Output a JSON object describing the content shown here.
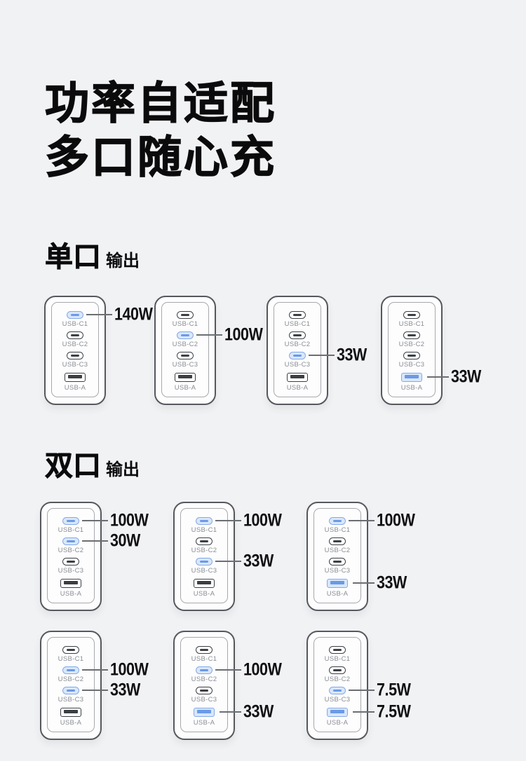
{
  "page": {
    "title_line1": "功率自适配",
    "title_line2": "多口随心充"
  },
  "ports": [
    {
      "key": "c1",
      "label": "USB-C1",
      "type": "usbc"
    },
    {
      "key": "c2",
      "label": "USB-C2",
      "type": "usbc"
    },
    {
      "key": "c3",
      "label": "USB-C3",
      "type": "usbc"
    },
    {
      "key": "a",
      "label": "USB-A",
      "type": "usba"
    }
  ],
  "sections": [
    {
      "id": "single-port-output",
      "heading_big": "单口",
      "heading_small": "输出",
      "rows": [
        [
          {
            "callouts": [
              {
                "port": "c1",
                "watt": "140W"
              }
            ]
          },
          {
            "callouts": [
              {
                "port": "c2",
                "watt": "100W"
              }
            ]
          },
          {
            "callouts": [
              {
                "port": "c3",
                "watt": "33W"
              }
            ]
          },
          {
            "callouts": [
              {
                "port": "a",
                "watt": "33W"
              }
            ]
          }
        ]
      ]
    },
    {
      "id": "dual-port-output",
      "heading_big": "双口",
      "heading_small": "输出",
      "rows": [
        [
          {
            "callouts": [
              {
                "port": "c1",
                "watt": "100W"
              },
              {
                "port": "c2",
                "watt": "30W"
              }
            ]
          },
          {
            "callouts": [
              {
                "port": "c1",
                "watt": "100W"
              },
              {
                "port": "c3",
                "watt": "33W"
              }
            ]
          },
          {
            "callouts": [
              {
                "port": "c1",
                "watt": "100W"
              },
              {
                "port": "a",
                "watt": "33W"
              }
            ]
          }
        ],
        [
          {
            "callouts": [
              {
                "port": "c2",
                "watt": "100W"
              },
              {
                "port": "c3",
                "watt": "33W"
              }
            ]
          },
          {
            "callouts": [
              {
                "port": "c2",
                "watt": "100W"
              },
              {
                "port": "a",
                "watt": "33W"
              }
            ]
          },
          {
            "callouts": [
              {
                "port": "c3",
                "watt": "7.5W"
              },
              {
                "port": "a",
                "watt": "7.5W"
              }
            ]
          }
        ]
      ]
    }
  ],
  "colors": {
    "background": "#f1f2f4",
    "title_text": "#0b0b0c",
    "charger_fill": "#fdfdfe",
    "charger_border": "#55585d",
    "inner_border": "#a6a9ad",
    "port_dark": "#3c4044",
    "highlight_fill": "#d9e7fa",
    "highlight_border": "#84a9e8",
    "highlight_bar": "#6b9ae6",
    "port_label": "#8a8e93",
    "leader_line": "#6b6e72",
    "watt_text": "#101012"
  }
}
